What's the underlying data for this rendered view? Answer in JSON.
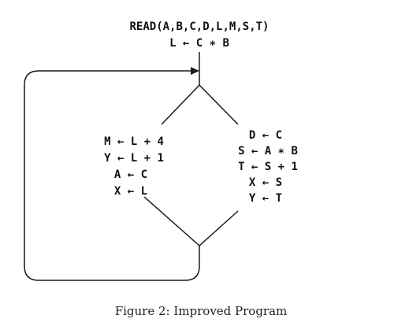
{
  "header": {
    "read_statement": "READ(A,B,C,D,L,M,S,T)",
    "first_assignment": "L ← C ∗ B"
  },
  "left_branch": {
    "lines": [
      "M ← L + 4",
      "Y ← L + 1",
      "A ← C",
      "X ← L"
    ]
  },
  "right_branch": {
    "lines": [
      "D ← C",
      "S ← A ∗ B",
      "T ← S + 1",
      "X ← S",
      "Y ← T"
    ]
  },
  "caption": "Figure 2: Improved Program"
}
